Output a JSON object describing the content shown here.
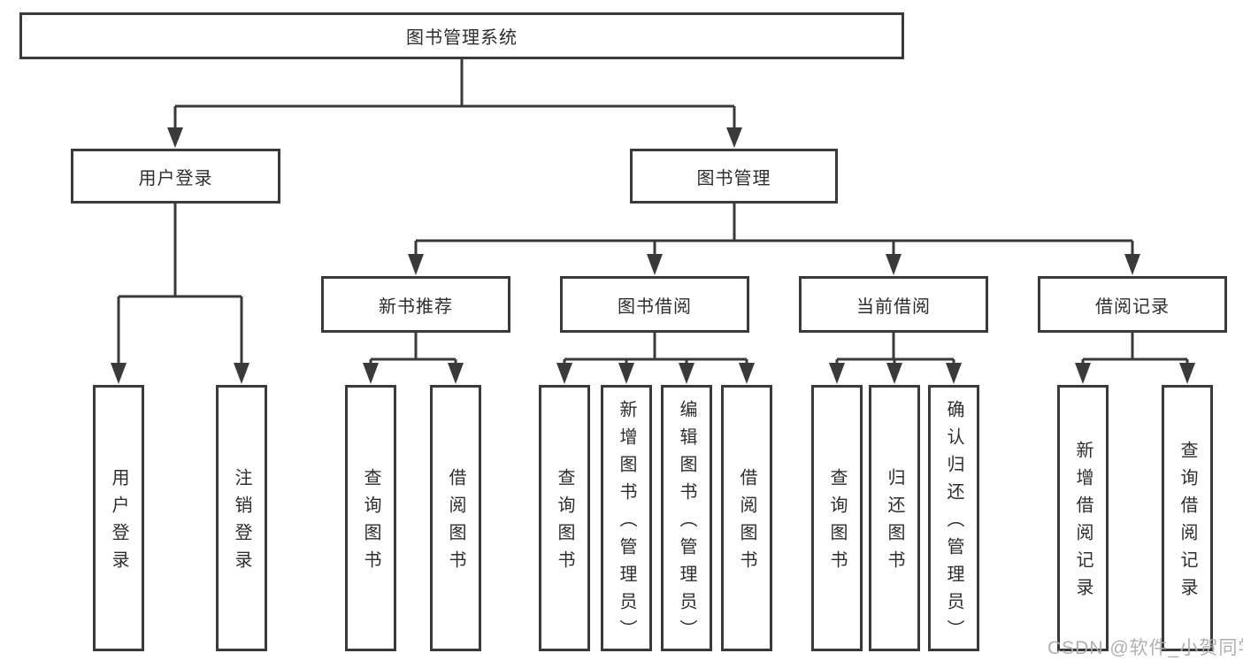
{
  "diagram": {
    "root": {
      "label": "图书管理系统"
    },
    "branches": [
      {
        "label": "用户登录",
        "leaves": [
          {
            "label": "用户登录"
          },
          {
            "label": "注销登录"
          }
        ]
      },
      {
        "label": "图书管理",
        "groups": [
          {
            "label": "新书推荐",
            "leaves": [
              {
                "label": "查询图书"
              },
              {
                "label": "借阅图书"
              }
            ]
          },
          {
            "label": "图书借阅",
            "leaves": [
              {
                "label": "查询图书"
              },
              {
                "label": "新增图书（管理员）"
              },
              {
                "label": "编辑图书（管理员）"
              },
              {
                "label": "借阅图书"
              }
            ]
          },
          {
            "label": "当前借阅",
            "leaves": [
              {
                "label": "查询图书"
              },
              {
                "label": "归还图书"
              },
              {
                "label": "确认归还（管理员）"
              }
            ]
          },
          {
            "label": "借阅记录",
            "leaves": [
              {
                "label": "新增借阅记录"
              },
              {
                "label": "查询借阅记录"
              }
            ]
          }
        ]
      }
    ]
  },
  "watermark": {
    "text": "CSDN @软件_小贺同学"
  },
  "colors": {
    "line": "#3a3a3a",
    "text": "#2d2d2d",
    "background": "#ffffff",
    "watermark": "#acacac"
  }
}
